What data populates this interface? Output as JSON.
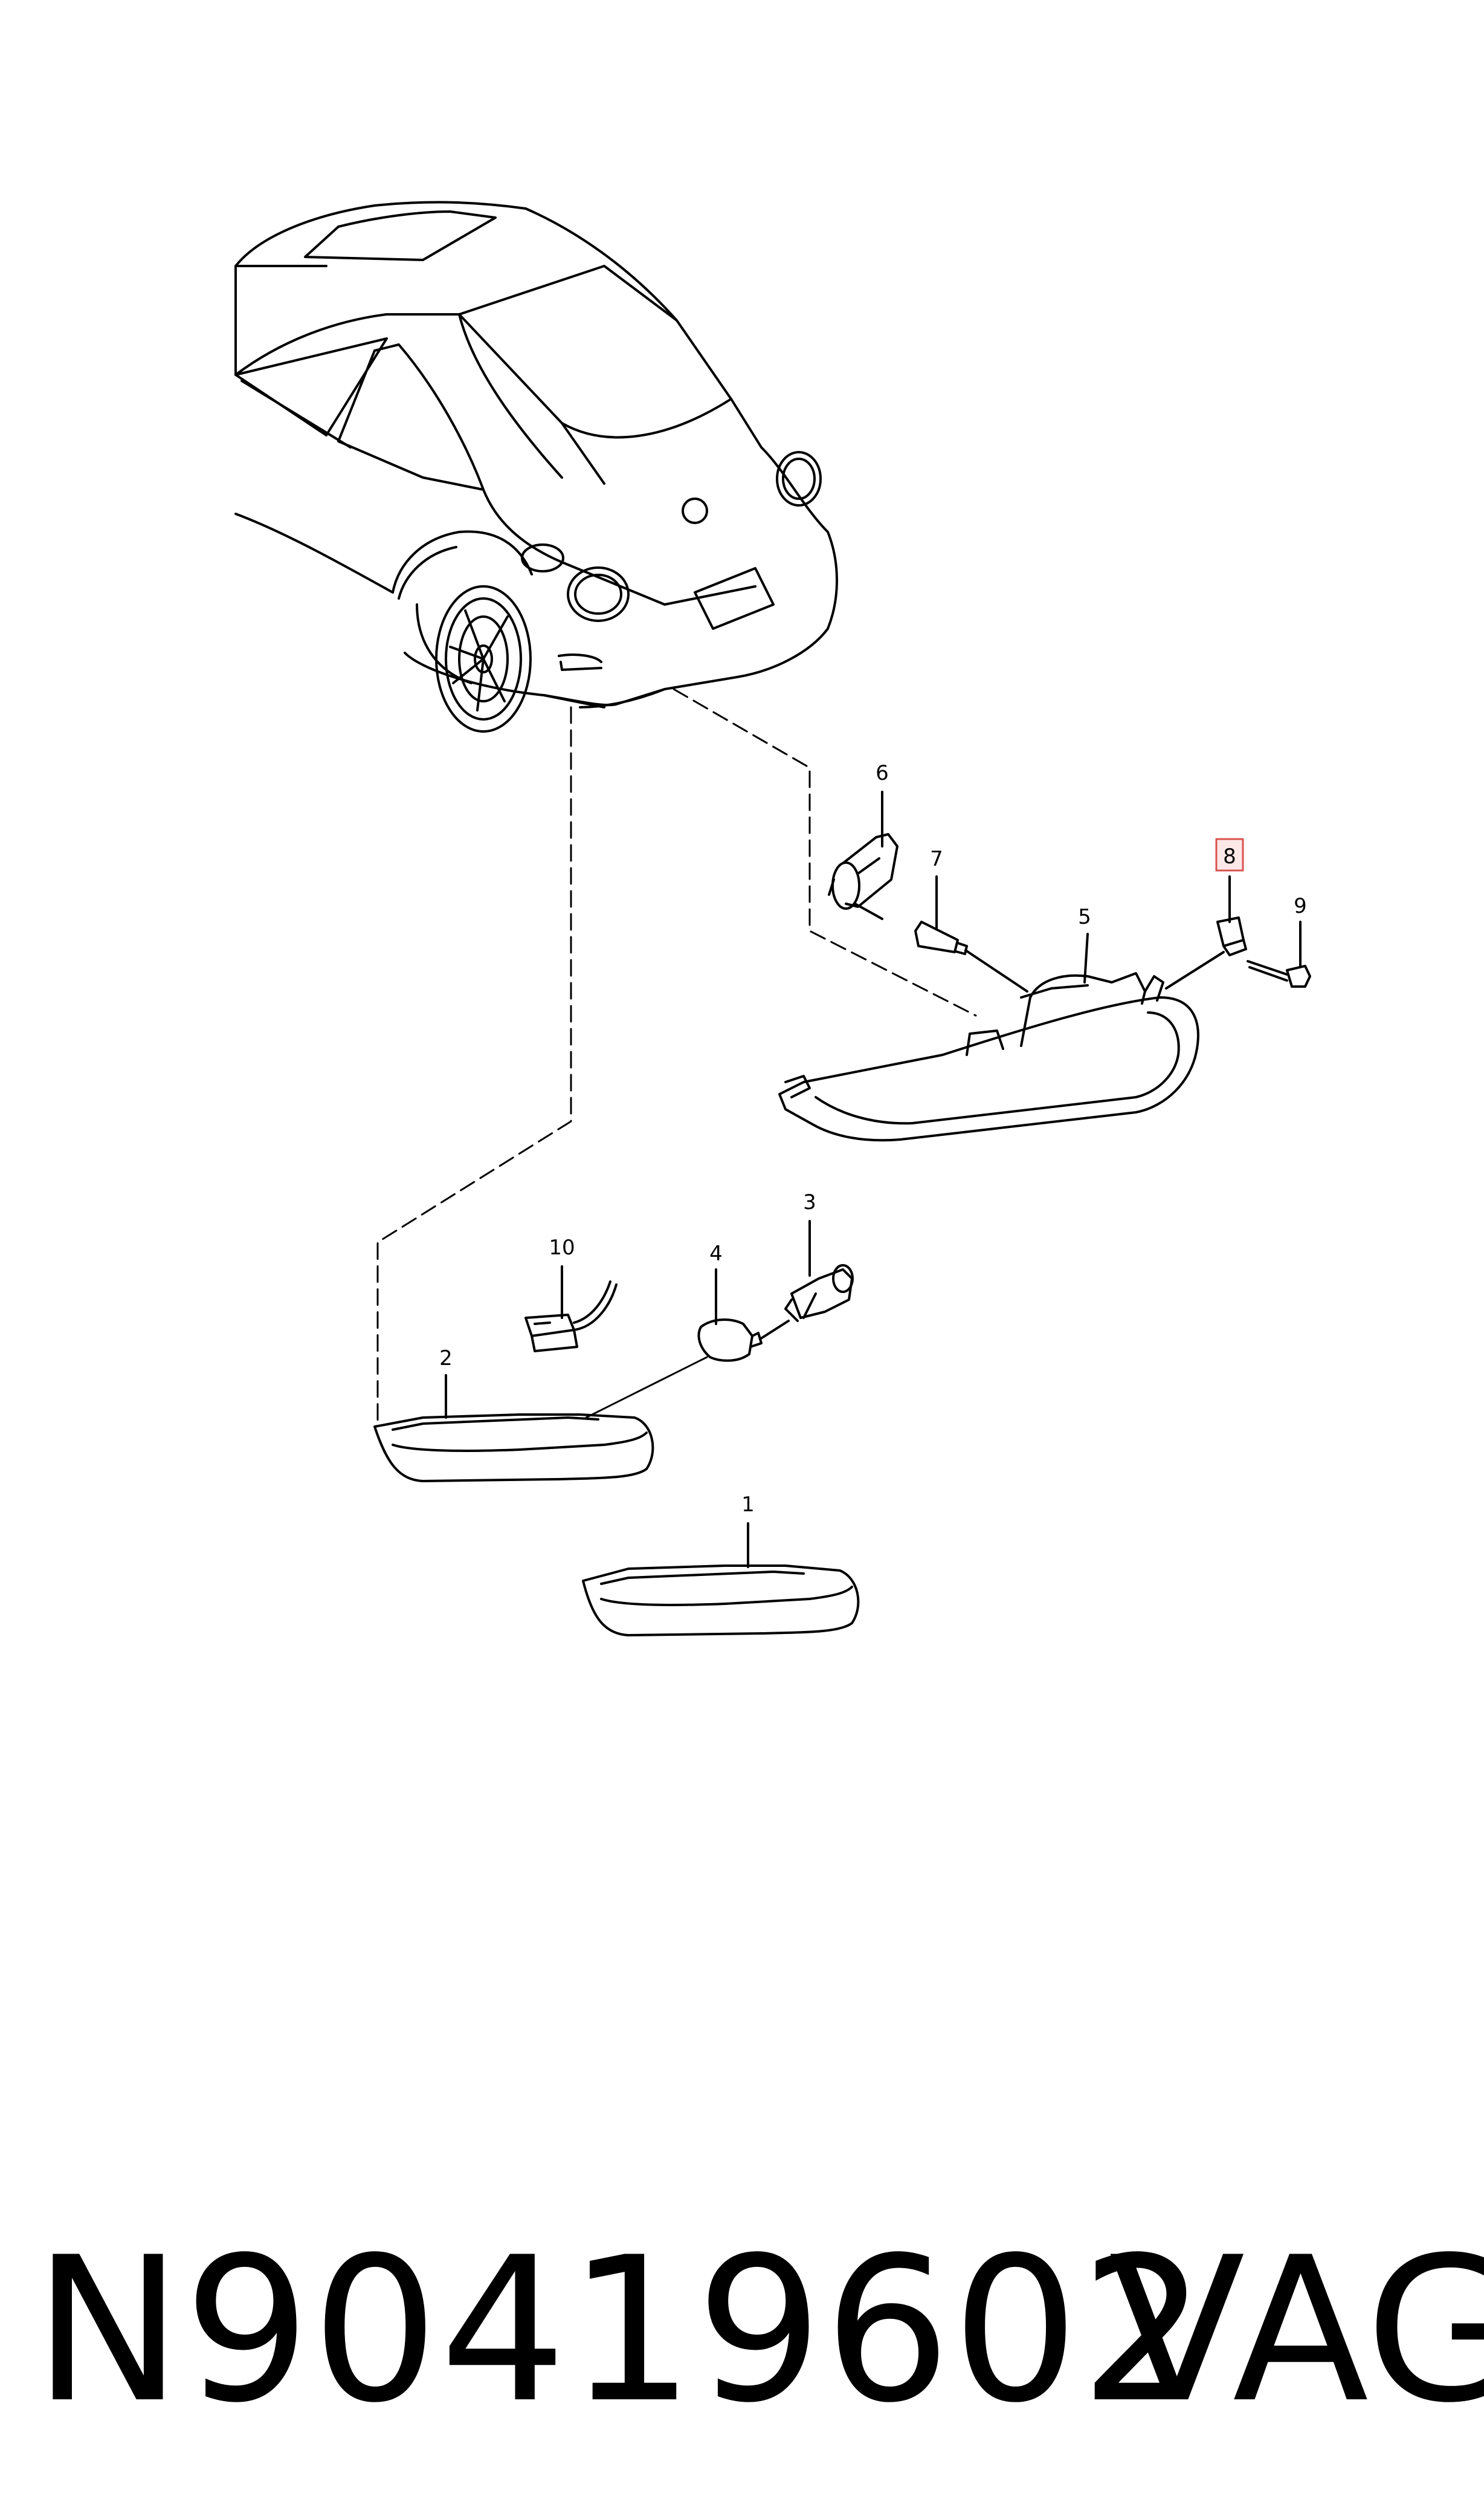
{
  "callouts": {
    "c1": "1",
    "c2": "2",
    "c3": "3",
    "c4": "4",
    "c5": "5",
    "c6": "6",
    "c7": "7",
    "c8": "8",
    "c9": "9",
    "c10": "10"
  },
  "highlight": {
    "callout": "8",
    "color": "#d9534f",
    "fill": "#fde8e8"
  },
  "footer": {
    "part_number": "N90419602",
    "brand": "VAG"
  }
}
